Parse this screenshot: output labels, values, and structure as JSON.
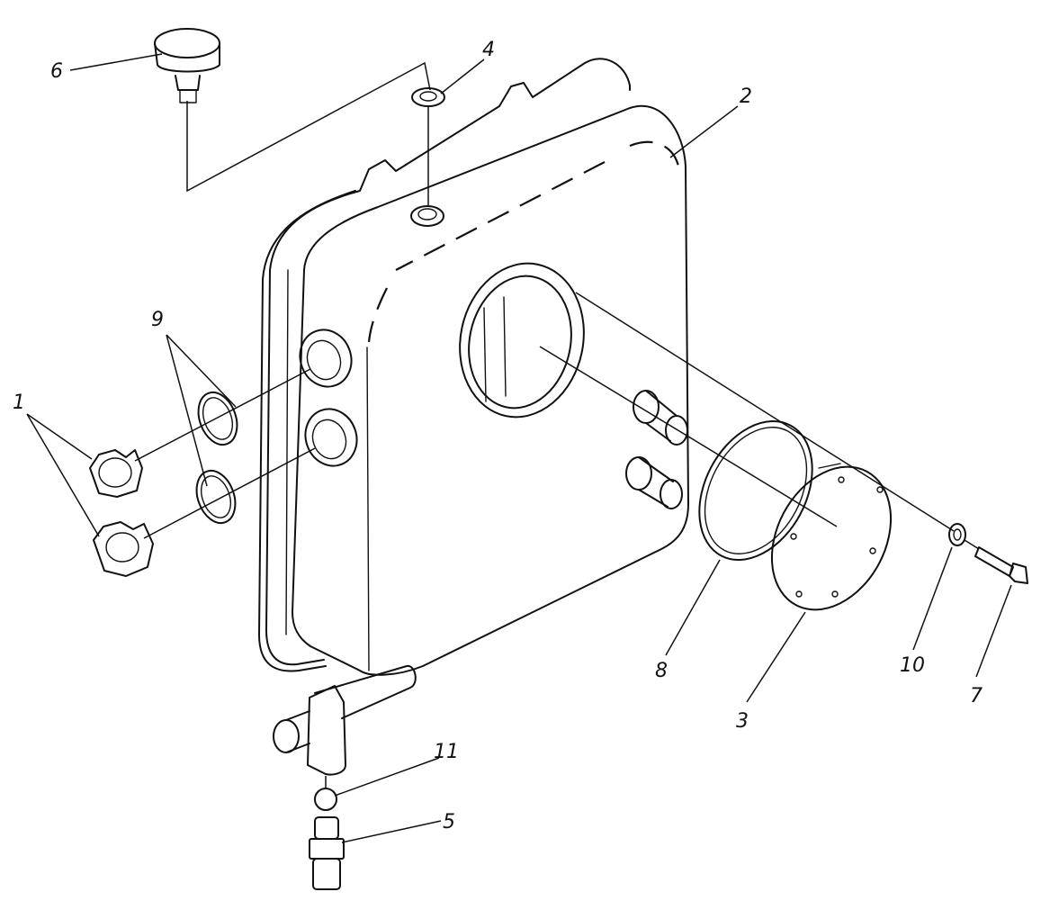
{
  "diagram": {
    "type": "exploded-parts-drawing",
    "callouts": {
      "c1": "1",
      "c2": "2",
      "c3": "3",
      "c4": "4",
      "c5": "5",
      "c6": "6",
      "c7": "7",
      "c8": "8",
      "c9": "9",
      "c10": "10",
      "c11": "11"
    }
  }
}
